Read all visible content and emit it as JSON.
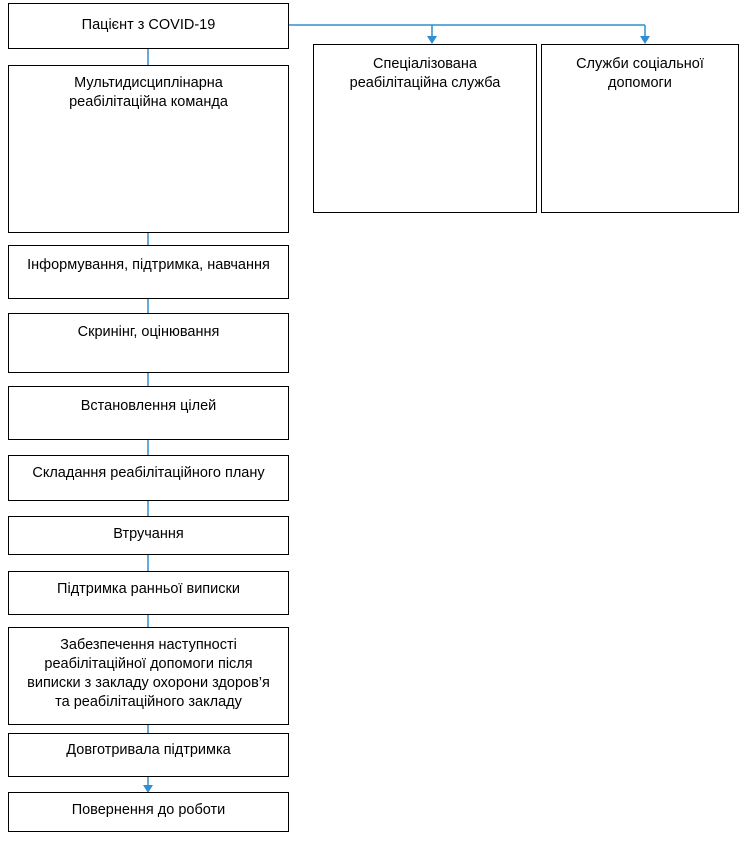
{
  "diagram": {
    "line_color": "#2f8fd0",
    "border_color": "#000000",
    "nodes": {
      "patient": "Пацієнт з COVID-19",
      "mdt": "Мультидисциплінарна\nреабілітаційна команда",
      "specialized": "Спеціалізована\nреабілітаційна служба",
      "social": "Служби соціальної\nдопомоги",
      "info": "Інформування, підтримка, навчання",
      "screening": "Скринінг, оцінювання",
      "goals": "Встановлення цілей",
      "plan": "Складання реабілітаційного плану",
      "intervention": "Втручання",
      "early_discharge": "Підтримка ранньої виписки",
      "continuity": "Забезпечення наступності\nреабілітаційної допомоги після\nвиписки з закладу охорони здоров’я\nта реабілітаційного закладу",
      "longterm": "Довготривала підтримка",
      "return_work": "Повернення до роботи"
    }
  }
}
